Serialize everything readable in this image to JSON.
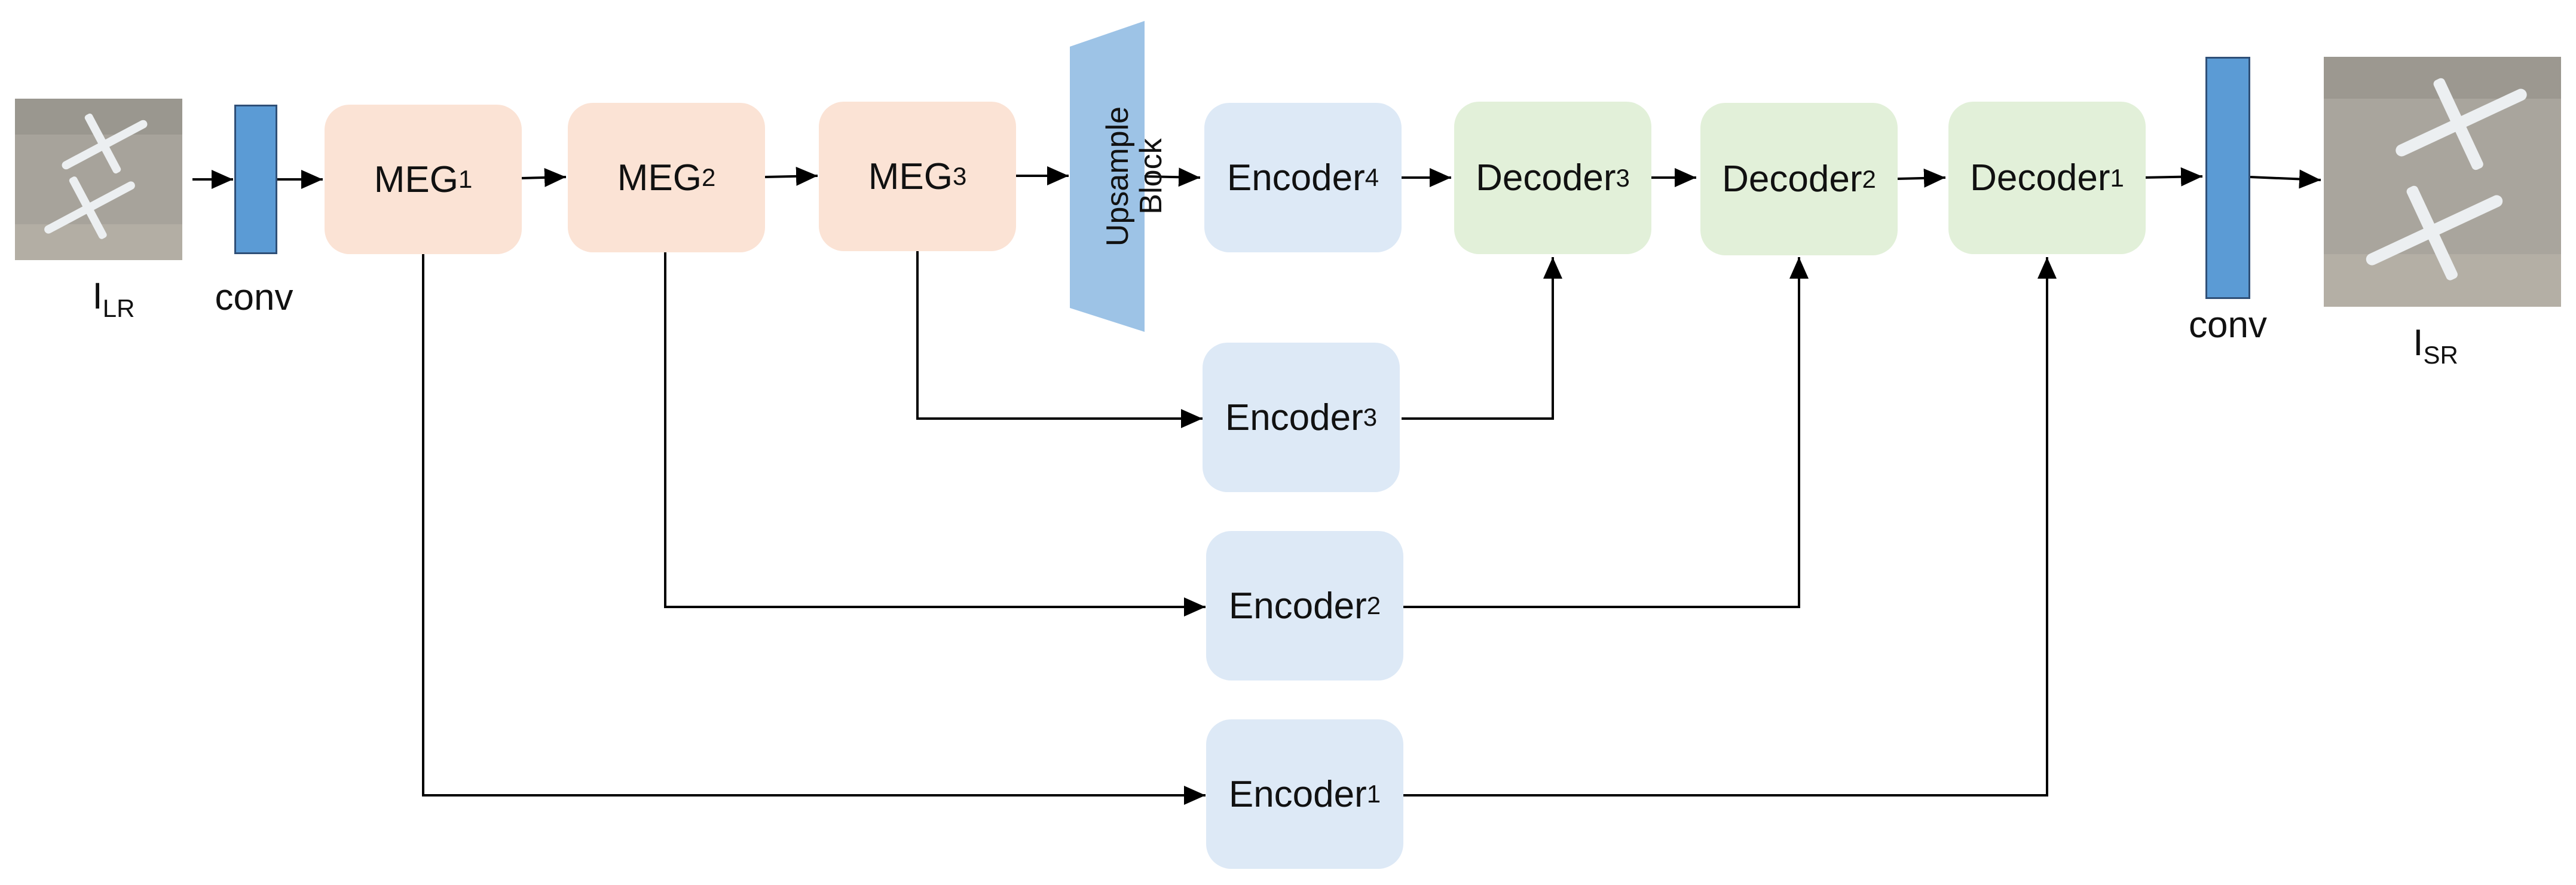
{
  "input": {
    "label": "I",
    "sub": "LR"
  },
  "output": {
    "label": "I",
    "sub": "SR"
  },
  "conv_in": {
    "label": "conv"
  },
  "conv_out": {
    "label": "conv"
  },
  "meg": [
    {
      "label": "MEG",
      "sub": "1"
    },
    {
      "label": "MEG",
      "sub": "2"
    },
    {
      "label": "MEG",
      "sub": "3"
    }
  ],
  "upsample": {
    "label": "Upsample\nBlock"
  },
  "encoders": [
    {
      "label": "Encoder",
      "sub": "4"
    },
    {
      "label": "Encoder",
      "sub": "3"
    },
    {
      "label": "Encoder",
      "sub": "2"
    },
    {
      "label": "Encoder",
      "sub": "1"
    }
  ],
  "decoders": [
    {
      "label": "Decoder",
      "sub": "3"
    },
    {
      "label": "Decoder",
      "sub": "2"
    },
    {
      "label": "Decoder",
      "sub": "1"
    }
  ],
  "colors": {
    "meg": "#fbe3d5",
    "encoder": "#dde9f6",
    "decoder": "#e2f0d9",
    "conv": "#5b9bd5",
    "upsample": "#9dc3e6"
  }
}
